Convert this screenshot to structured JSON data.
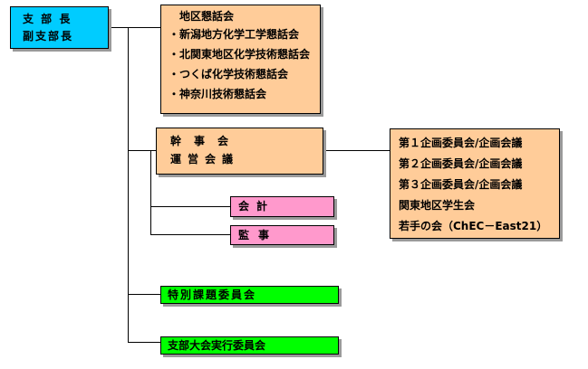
{
  "head_box": {
    "line1": "支 部 長",
    "line2": "副支部長"
  },
  "region_box": {
    "title": "地区懇話会",
    "items": [
      "・新潟地方化学工学懇話会",
      "・北関東地区化学技術懇話会",
      "・つくば化学技術懇話会",
      "・神奈川技術懇話会"
    ]
  },
  "kanji_box": {
    "line1": "幹事会",
    "line2": "運営会議"
  },
  "committees_box": {
    "items": [
      "第１企画委員会/企画会議",
      "第２企画委員会/企画会議",
      "第３企画委員会/企画会議",
      "関東地区学生会",
      "若手の会（ChEC－East21）"
    ]
  },
  "accounting_box": {
    "label": "会計"
  },
  "audit_box": {
    "label": "監事"
  },
  "special_box": {
    "label": "特別課題委員会"
  },
  "exec_box": {
    "label": "支部大会実行委員会"
  },
  "colors": {
    "head": "#00ccff",
    "peach": "#ffcc99",
    "pink": "#ff99cc",
    "green": "#00ff00",
    "connector": "#000000"
  }
}
